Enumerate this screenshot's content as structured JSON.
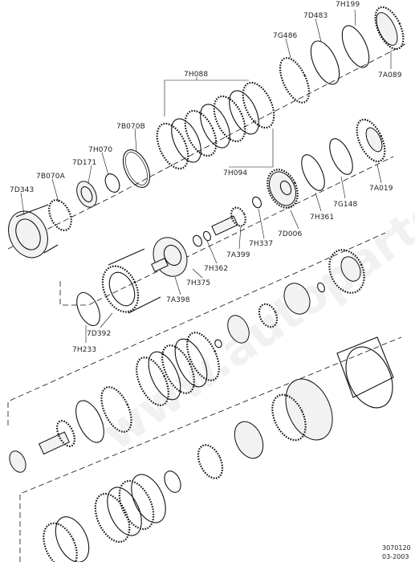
{
  "callouts": {
    "c7h199": "7H199",
    "c7d483": "7D483",
    "c7g486": "7G486",
    "c7a089": "7A089",
    "c7h088": "7H088",
    "c7b070b": "7B070B",
    "c7h070": "7H070",
    "c7d171": "7D171",
    "c7b070a": "7B070A",
    "c7d343": "7D343",
    "c7h094": "7H094",
    "c7a019": "7A019",
    "c7g148": "7G148",
    "c7h361": "7H361",
    "c7d006": "7D006",
    "c7h337": "7H337",
    "c7a399": "7A399",
    "c7h362": "7H362",
    "c7h375": "7H375",
    "c7a398": "7A398",
    "c7d392": "7D392",
    "c7h233": "7H233"
  },
  "footer": {
    "code": "3070120",
    "date": "03-2003"
  }
}
